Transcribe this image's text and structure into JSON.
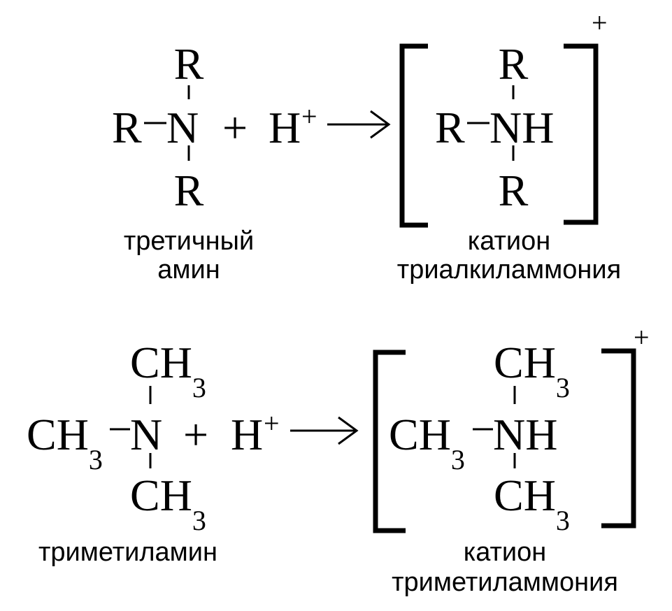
{
  "reaction_general": {
    "reactant": {
      "r_top": "R",
      "r_left": "R",
      "n": "N",
      "r_bottom": "R"
    },
    "plus": "+",
    "proton": "H",
    "proton_charge": "+",
    "product": {
      "r_top": "R",
      "r_left": "R",
      "nh": "NH",
      "r_bottom": "R",
      "charge": "+"
    },
    "reactant_caption": [
      "третичный",
      "амин"
    ],
    "product_caption": [
      "катион",
      "триалкиламмония"
    ]
  },
  "reaction_specific": {
    "reactant": {
      "top": "CH",
      "top_sub": "3",
      "left": "CH",
      "left_sub": "3",
      "n": "N",
      "bottom": "CH",
      "bottom_sub": "3"
    },
    "plus": "+",
    "proton": "H",
    "proton_charge": "+",
    "product": {
      "top": "CH",
      "top_sub": "3",
      "left": "CH",
      "left_sub": "3",
      "nh": "NH",
      "bottom": "CH",
      "bottom_sub": "3",
      "charge": "+"
    },
    "reactant_caption": [
      "триметиламин"
    ],
    "product_caption": [
      "катион",
      "триметиламмония"
    ]
  }
}
